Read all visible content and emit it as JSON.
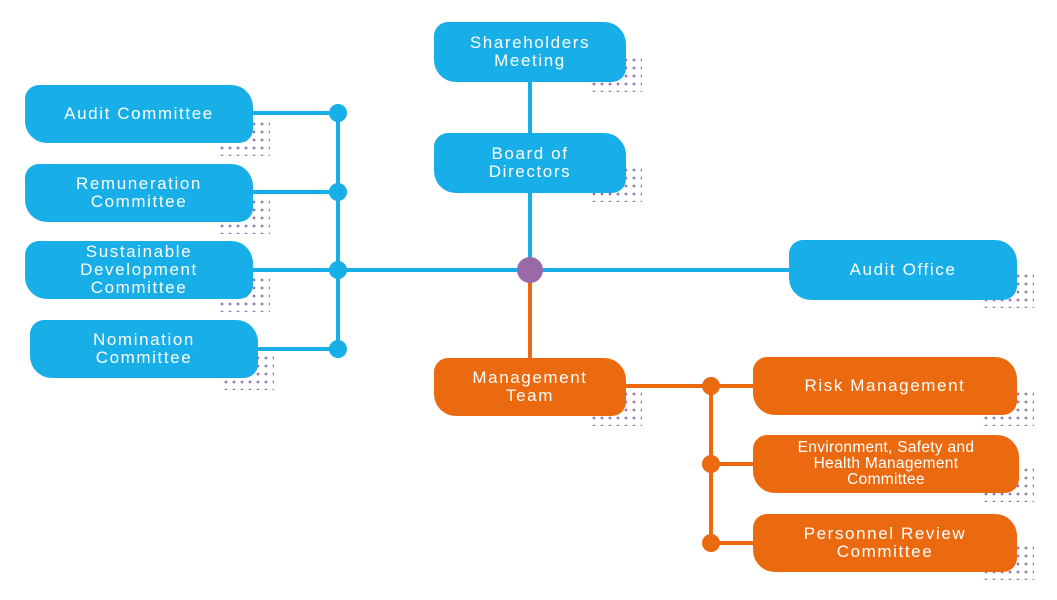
{
  "colors": {
    "blue": "#18aee8",
    "orange": "#eb6a10",
    "center_node": "#9a6aa8",
    "dots": "#9a73b4"
  },
  "nodes": {
    "shareholders": {
      "line1": "Shareholders",
      "line2": "Meeting"
    },
    "board": {
      "line1": "Board of",
      "line2": "Directors"
    },
    "audit_committee": {
      "line1": "Audit Committee"
    },
    "remuneration": {
      "line1": "Remuneration",
      "line2": "Committee"
    },
    "sustainable": {
      "line1": "Sustainable",
      "line2": "Development",
      "line3": "Committee"
    },
    "nomination": {
      "line1": "Nomination",
      "line2": "Committee"
    },
    "audit_office": {
      "line1": "Audit Office"
    },
    "management": {
      "line1": "Management",
      "line2": "Team"
    },
    "risk": {
      "line1": "Risk Management"
    },
    "esh": {
      "line1": "Environment, Safety and",
      "line2": "Health Management",
      "line3": "Committee"
    },
    "personnel": {
      "line1": "Personnel Review",
      "line2": "Committee"
    }
  }
}
